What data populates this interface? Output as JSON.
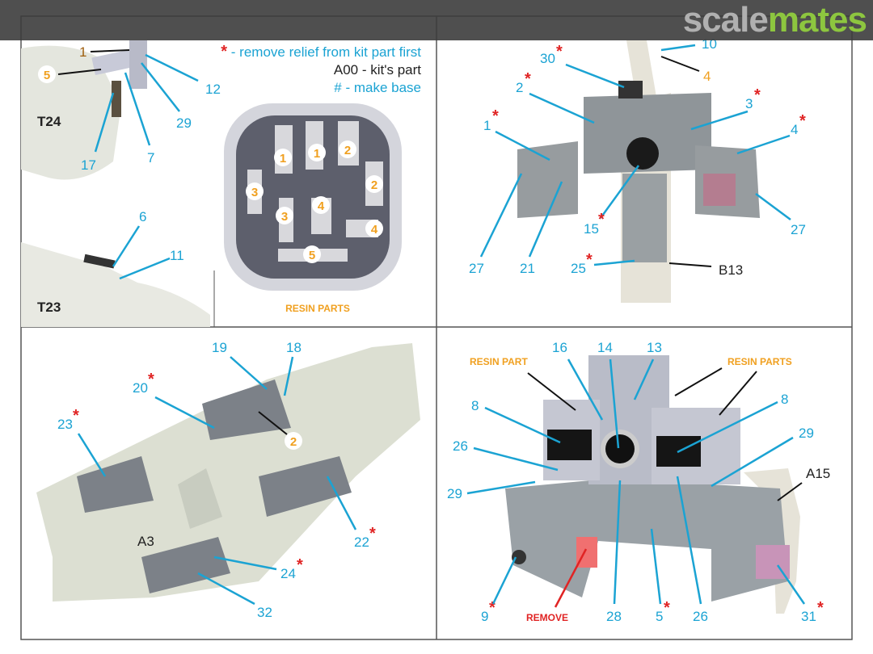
{
  "watermark": {
    "part1": "scale",
    "part2": "mates"
  },
  "legend": {
    "asterisk": "*",
    "remove_relief": " - remove relief from kit part first",
    "kit_part": "A00 - kit's part",
    "hash": "#",
    "make_base": " - make base"
  },
  "colors": {
    "callout": "#1ba3d3",
    "resin": "#f0a020",
    "asterisk": "#e02424",
    "kit": "#222222"
  },
  "panel_top_left": {
    "labels": [
      "1",
      "5",
      "12",
      "29",
      "7",
      "17",
      "6",
      "11"
    ],
    "kit_parts": [
      "T24",
      "T23"
    ],
    "resin_caption": "RESIN PARTS",
    "resin_numbers": [
      "1",
      "1",
      "2",
      "2",
      "3",
      "3",
      "4",
      "4",
      "5"
    ]
  },
  "panel_top_right": {
    "labels": [
      "10",
      "4",
      "30",
      "2",
      "3",
      "1",
      "4",
      "15",
      "27",
      "21",
      "25",
      "27"
    ],
    "kit_part": "B13"
  },
  "panel_bottom_left": {
    "labels": [
      "19",
      "18",
      "20",
      "23",
      "2",
      "22",
      "24",
      "32"
    ],
    "kit_part": "A3"
  },
  "panel_bottom_right": {
    "labels": [
      "16",
      "14",
      "13",
      "8",
      "8",
      "26",
      "29",
      "29",
      "9",
      "28",
      "5",
      "26",
      "31"
    ],
    "resin_part": "RESIN PART",
    "resin_parts": "RESIN PARTS",
    "kit_part": "A15",
    "remove": "REMOVE"
  }
}
